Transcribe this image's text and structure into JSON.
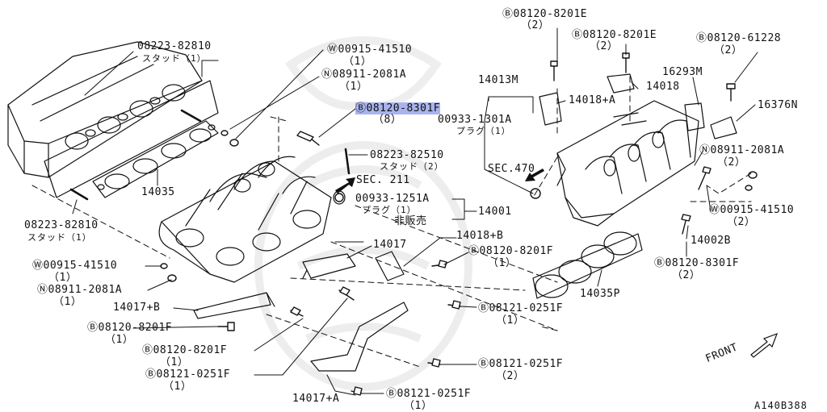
{
  "diagram": {
    "code": "A140B388",
    "front": "FRONT",
    "labels": {
      "stud_tl": "08223-82810",
      "stud_tl_sub": "スタッド（1）",
      "w_top": "Ⓦ00915-41510",
      "w_top_q": "（1）",
      "n_top": "Ⓝ08911-2081A",
      "n_top_q": "（1）",
      "b_hl": "Ⓑ08120-8301F",
      "b_hl_q": "（8）",
      "stud_mid": "08223-82510",
      "stud_mid_sub": "スタッド（2）",
      "sec211": "SEC. 211",
      "p14035": "14035",
      "stud_l": "08223-82810",
      "stud_l_sub": "スタッド（1）",
      "plug1251": "00933-1251A",
      "plug1251_sub": "プラグ（1）",
      "hihanbai": "非販売",
      "p14001": "14001",
      "p14013m": "14013M",
      "plug1301": "00933-1301A",
      "plug1301_sub": "プラグ（1）",
      "sec470": "SEC.470",
      "b8201e_1": "Ⓑ08120-8201E",
      "b8201e_1q": "（2）",
      "b8201e_2": "Ⓑ08120-8201E",
      "b8201e_2q": "（2）",
      "b61228": "Ⓑ08120-61228",
      "b61228_q": "（2）",
      "p16293m": "16293M",
      "p14018": "14018",
      "p14018a": "14018+A",
      "p16376n": "16376N",
      "n_right": "Ⓝ08911-2081A",
      "n_right_q": "（2）",
      "w_right": "Ⓦ00915-41510",
      "w_right_q": "（2）",
      "p14002b": "14002B",
      "b8301f_r": "Ⓑ08120-8301F",
      "b8301f_r_q": "（2）",
      "p14035p": "14035P",
      "p14017": "14017",
      "p14018b": "14018+B",
      "b8201f_mid": "Ⓑ08120-8201F",
      "b8201f_mid_q": "（1）",
      "w_left": "Ⓦ00915-41510",
      "w_left_q": "（1）",
      "n_left": "Ⓝ08911-2081A",
      "n_left_q": "（1）",
      "p14017b": "14017+B",
      "b8201f_l": "Ⓑ08120-8201F",
      "b8201f_l_q": "（1）",
      "b8201f_c": "Ⓑ08120-8201F",
      "b8201f_c_q": "（1）",
      "b0251f_1": "Ⓑ08121-0251F",
      "b0251f_1q": "（1）",
      "b0251f_2": "Ⓑ08121-0251F",
      "b0251f_2q": "（1）",
      "b0251f_3": "Ⓑ08121-0251F",
      "b0251f_3q": "（2）",
      "b0251f_4": "Ⓑ08121-0251F",
      "b0251f_4q": "（1）",
      "p14017a": "14017+A"
    }
  }
}
